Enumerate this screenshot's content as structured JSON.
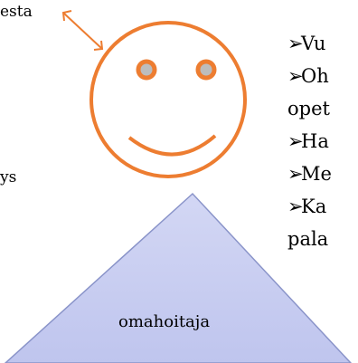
{
  "side_text": {
    "top": "esta",
    "middle": "ys"
  },
  "triangle_label": "omahoitaja",
  "bullet_marker": "➢",
  "bullets": [
    {
      "lines": [
        "Vu"
      ]
    },
    {
      "lines": [
        "Oh",
        "opet"
      ]
    },
    {
      "lines": [
        "Ha"
      ]
    },
    {
      "lines": [
        "Me"
      ]
    },
    {
      "lines": [
        "Ka",
        "pala"
      ]
    }
  ],
  "colors": {
    "face_stroke": "#ED7D31",
    "eye_fill": "#BDBDBD",
    "triangle_fill": "#C9CEF0",
    "triangle_stroke": "#8A94C9"
  }
}
